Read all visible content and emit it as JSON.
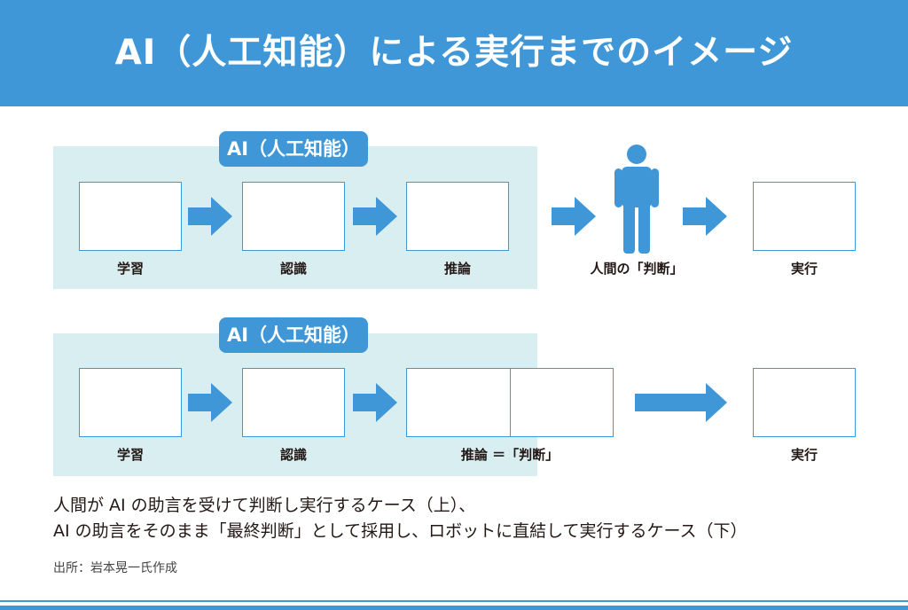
{
  "header": {
    "title": "AI（人工知能）による実行までのイメージ"
  },
  "top_flow": {
    "badge": "AI（人工知能）",
    "steps": [
      "学習",
      "認識",
      "推論"
    ],
    "human_label": "人間の「判断」",
    "execute_label": "実行"
  },
  "bottom_flow": {
    "badge": "AI（人工知能）",
    "steps": [
      "学習",
      "認識",
      "推論 ＝「判断」"
    ],
    "execute_label": "実行"
  },
  "description": {
    "line1": "人間が AI の助言を受けて判断し実行するケース（上）、",
    "line2": "AI の助言をそのまま「最終判断」として採用し、ロボットに直結して実行するケース（下）"
  },
  "source": "出所：岩本晃一氏作成",
  "colors": {
    "accent": "#3f97d8",
    "panel": "#d9eef0",
    "text": "#231815"
  }
}
